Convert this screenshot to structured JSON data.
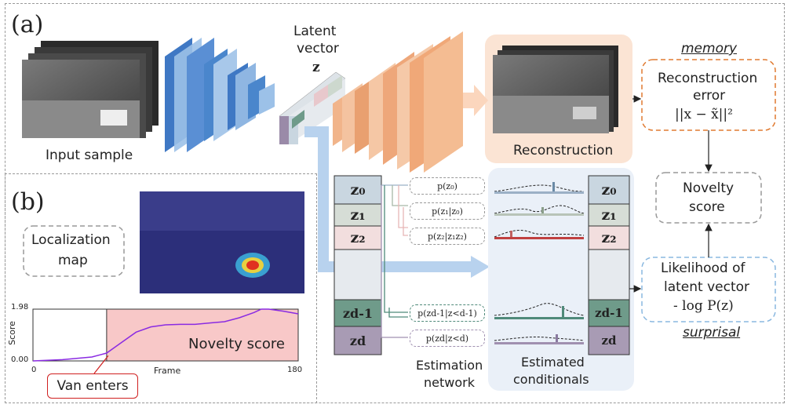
{
  "panel_a_letter": "(a)",
  "panel_b_letter": "(b)",
  "input_sample": "Input sample",
  "latent_title_1": "Latent",
  "latent_title_2": "vector",
  "latent_symbol": "z",
  "reconstruction": "Reconstruction",
  "memory": "memory",
  "recon_error_1": "Reconstruction",
  "recon_error_2": "error",
  "recon_formula": "||x − x̃||²",
  "novelty_1": "Novelty",
  "novelty_2": "score",
  "likelihood_1": "Likelihood of",
  "likelihood_2": "latent vector",
  "likelihood_3": "- log P(z)",
  "surprisal": "surprisal",
  "estimation_net_1": "Estimation",
  "estimation_net_2": "network",
  "est_cond_1": "Estimated",
  "est_cond_2": "conditionals",
  "localization_1": "Localization",
  "localization_2": "map",
  "z_left": [
    "z₀",
    "z₁",
    "z₂",
    "",
    "zd-1",
    "zd"
  ],
  "z_right": [
    "z₀",
    "z₁",
    "z₂",
    "",
    "zd-1",
    "zd"
  ],
  "conditionals": [
    "p(z₀)",
    "p(z₁|z₀)",
    "p(z₂|z₁z₂)",
    "p(zd-1|z<d-1)",
    "p(zd|z<d)"
  ],
  "chart": {
    "y_label": "Score",
    "x_label": "Frame",
    "y_top": "1.98",
    "y_bottom": "0.00",
    "x_left": "0",
    "x_right": "180",
    "region_label": "Novelty score",
    "callout": "Van enters",
    "line_color": "#8a2be2",
    "region_color": "#f8c8c8"
  },
  "chart_data": {
    "type": "line",
    "xlabel": "Frame",
    "ylabel": "Score",
    "xlim": [
      0,
      180
    ],
    "ylim": [
      0,
      1.98
    ],
    "x": [
      0,
      20,
      40,
      50,
      60,
      70,
      80,
      90,
      100,
      110,
      120,
      130,
      140,
      150,
      155,
      160,
      170,
      180
    ],
    "y": [
      0.0,
      0.05,
      0.15,
      0.3,
      0.7,
      1.1,
      1.3,
      1.38,
      1.4,
      1.4,
      1.45,
      1.5,
      1.65,
      1.85,
      1.98,
      1.98,
      1.9,
      1.8
    ],
    "highlight_start": 50,
    "highlight_label": "Novelty score",
    "annotation": "Van enters"
  }
}
